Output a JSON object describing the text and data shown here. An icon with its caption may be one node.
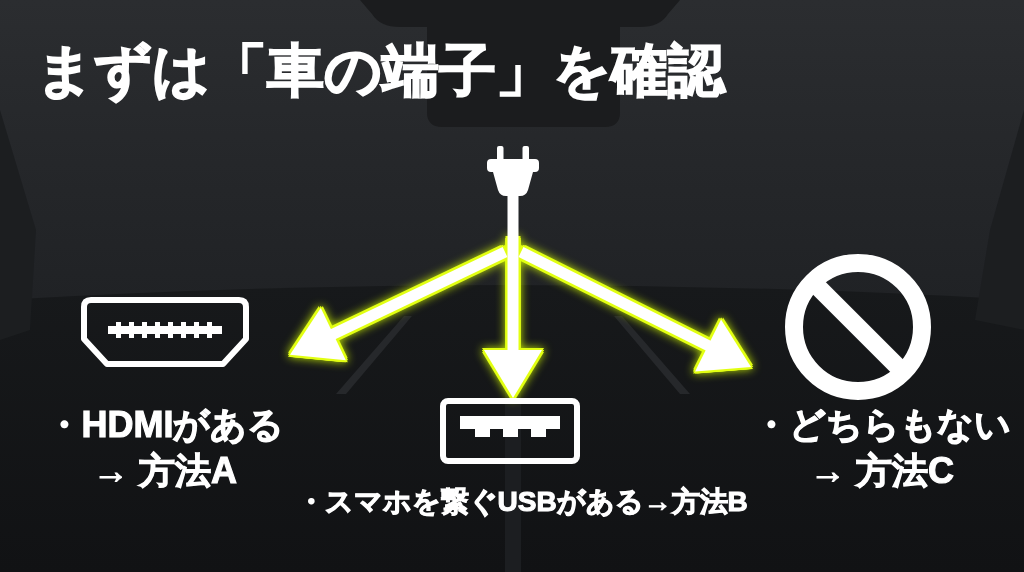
{
  "diagram": {
    "title": "まずは「車の端子」を確認",
    "nodes": [
      {
        "text": [],
        "shape": "picture"
      },
      {
        "text": [
          "・HDMIがある → 方法A"
        ]
      },
      {
        "text": [
          "・スマホを繋ぐUSBがある→方法B"
        ]
      },
      {
        "text": [
          "・どちらもない → 方法C"
        ]
      }
    ],
    "edges": [
      {
        "from": 0,
        "to": 1,
        "arrow": "to"
      },
      {
        "from": 0,
        "to": 2,
        "arrow": "to"
      },
      {
        "from": 0,
        "to": 3,
        "arrow": "to"
      }
    ]
  }
}
